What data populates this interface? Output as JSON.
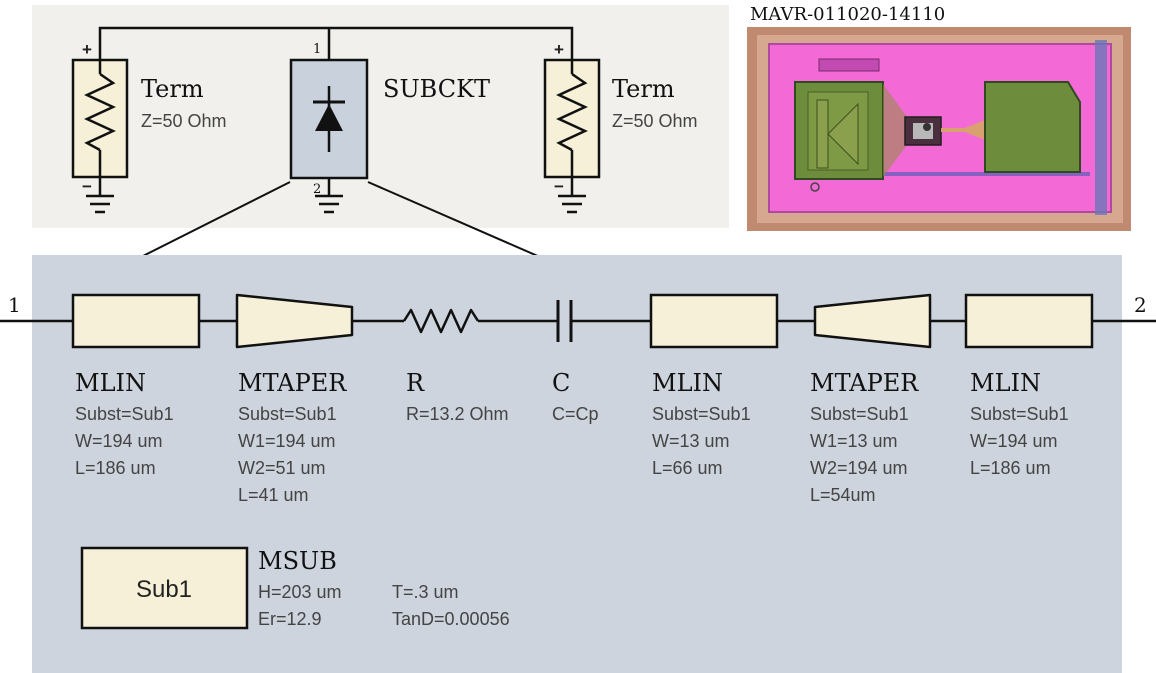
{
  "colors": {
    "top_panel_bg": "#f1f0ec",
    "bottom_panel_bg": "#cdd4dd",
    "component_fill": "#f6f0d9",
    "subckt_fill": "#c9d2dc",
    "wire": "#111111",
    "layout_magenta": "#f36ad6",
    "layout_green": "#6d8c3c",
    "layout_border": "#c08a70"
  },
  "top": {
    "term_left": {
      "name": "Term",
      "param": "Z=50 Ohm",
      "plus": "+",
      "minus": "−"
    },
    "term_right": {
      "name": "Term",
      "param": "Z=50 Ohm",
      "plus": "+",
      "minus": "−"
    },
    "subckt": {
      "name": "SUBCKT",
      "pin1": "1",
      "pin2": "2",
      "symbol": "diode-icon"
    },
    "layout": {
      "title": "MAVR-011020-14110"
    }
  },
  "chain": {
    "port_left": "1",
    "port_right": "2",
    "components": [
      {
        "name": "MLIN",
        "params": [
          "Subst=Sub1",
          "W=194 um",
          "L=186 um"
        ]
      },
      {
        "name": "MTAPER",
        "params": [
          "Subst=Sub1",
          "W1=194 um",
          "W2=51 um",
          "L=41 um"
        ]
      },
      {
        "name": "R",
        "params": [
          "R=13.2 Ohm"
        ]
      },
      {
        "name": "C",
        "params": [
          "C=Cp"
        ]
      },
      {
        "name": "MLIN",
        "params": [
          "Subst=Sub1",
          "W=13 um",
          "L=66 um"
        ]
      },
      {
        "name": "MTAPER",
        "params": [
          "Subst=Sub1",
          "W1=13 um",
          "W2=194 um",
          "L=54um"
        ]
      },
      {
        "name": "MLIN",
        "params": [
          "Subst=Sub1",
          "W=194 um",
          "L=186 um"
        ]
      }
    ]
  },
  "msub": {
    "box_label": "Sub1",
    "name": "MSUB",
    "col1": [
      "H=203 um",
      "Er=12.9"
    ],
    "col2": [
      "T=.3 um",
      "TanD=0.00056"
    ]
  }
}
